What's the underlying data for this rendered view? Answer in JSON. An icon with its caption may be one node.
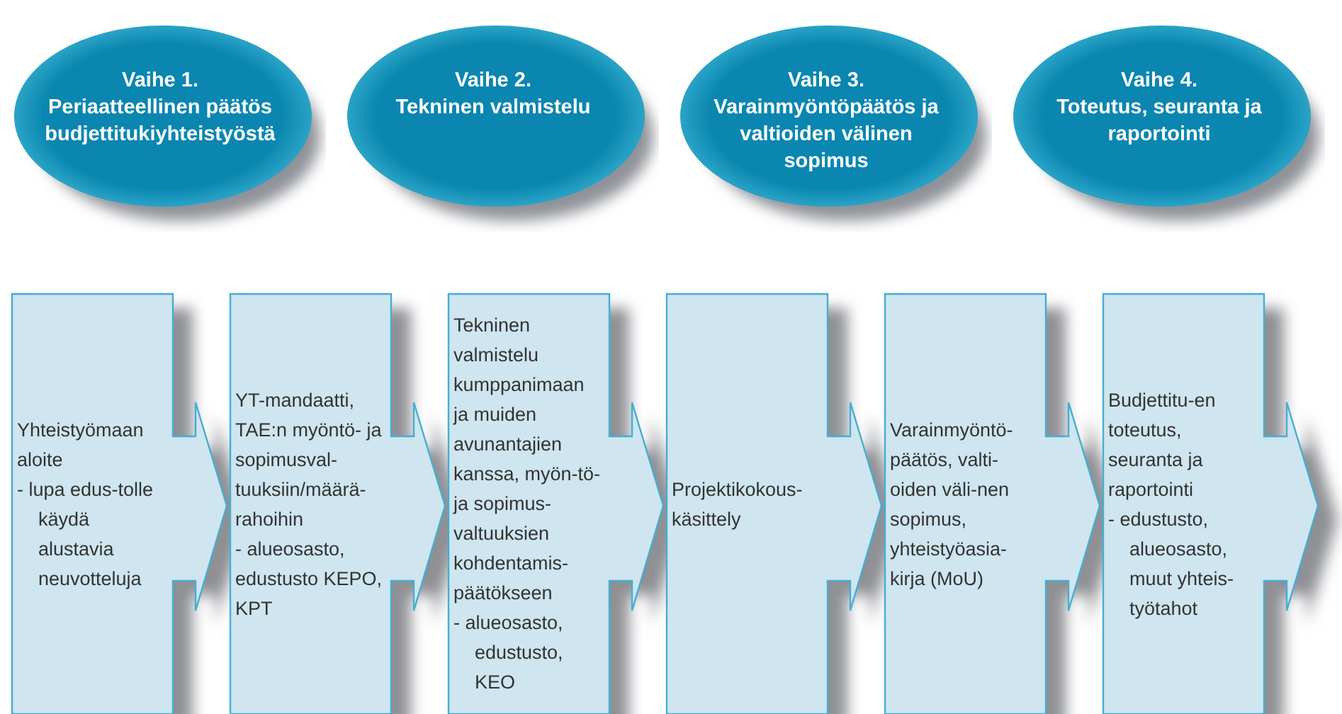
{
  "diagram": {
    "nodes": [
      {
        "text": [
          "Vaihe 1.",
          "Periaatteellinen päätös budjettitukiyhteistyöstä"
        ]
      },
      {
        "text": [
          "Vaihe 2.",
          "Tekninen valmistelu"
        ]
      },
      {
        "text": [
          "Vaihe 3.",
          "Varainmyöntöpäätös ja valtioiden välinen sopimus"
        ]
      },
      {
        "text": [
          "Vaihe 4.",
          "Toteutus, seuranta ja raportointi"
        ]
      },
      {
        "text": [
          "Yhteistyömaan aloite",
          "- lupa edus-tolle käydä alustavia neuvotteluja"
        ]
      },
      {
        "text": [
          "YT-mandaatti, TAE:n myöntö- ja sopimusval-tuuksiin/määrä-rahoihin",
          "- alueosasto, edustusto KEPO, KPT"
        ]
      },
      {
        "text": [
          "Tekninen valmistelu kumppanimaan ja muiden avunantajien kanssa, myön-tö- ja sopimus-valtuuksien kohdentamis-päätökseen",
          "- alueosasto, edustusto, KEO"
        ]
      },
      {
        "text": [
          "Projektikokous-käsittely"
        ]
      },
      {
        "text": [
          "Varainmyöntö-päätös, valti-oiden väli-nen sopimus, yhteistyöasia-kirja (MoU)"
        ]
      },
      {
        "text": [
          "Budjettitu-en toteutus, seuranta ja raportointi",
          "- edustusto, alueosasto, muut yhteis-työtahot"
        ]
      }
    ]
  }
}
